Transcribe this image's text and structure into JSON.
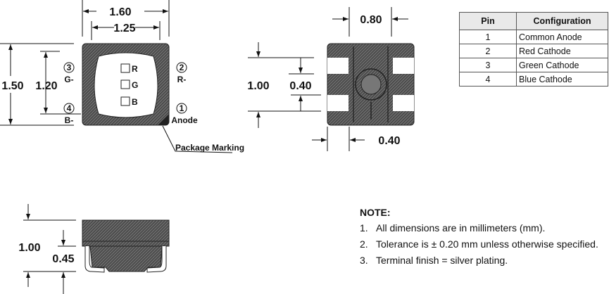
{
  "top_view": {
    "dim_width_outer": "1.60",
    "dim_width_inner": "1.25",
    "dim_height_outer": "1.50",
    "dim_height_inner": "1.20",
    "die_labels": [
      "R",
      "G",
      "B"
    ],
    "pins": [
      {
        "num": "1",
        "label": "Anode"
      },
      {
        "num": "2",
        "label": "R-"
      },
      {
        "num": "3",
        "label": "G-"
      },
      {
        "num": "4",
        "label": "B-"
      }
    ],
    "package_marking": "Package Marking"
  },
  "bottom_view": {
    "dim_width": "0.80",
    "dim_height": "1.00",
    "dim_pad_gap": "0.40",
    "dim_pad_width": "0.40"
  },
  "side_view": {
    "dim_height": "1.00",
    "dim_lower": "0.45"
  },
  "pin_table": {
    "headers": [
      "Pin",
      "Configuration"
    ],
    "rows": [
      {
        "pin": "1",
        "config": "Common Anode"
      },
      {
        "pin": "2",
        "config": "Red Cathode"
      },
      {
        "pin": "3",
        "config": "Green Cathode"
      },
      {
        "pin": "4",
        "config": "Blue Cathode"
      }
    ]
  },
  "notes": {
    "title": "NOTE:",
    "items": [
      {
        "num": "1.",
        "text": "All dimensions are in millimeters (mm)."
      },
      {
        "num": "2.",
        "text": "Tolerance is ± 0.20 mm unless otherwise specified."
      },
      {
        "num": "3.",
        "text": "Terminal finish = silver plating."
      }
    ]
  }
}
